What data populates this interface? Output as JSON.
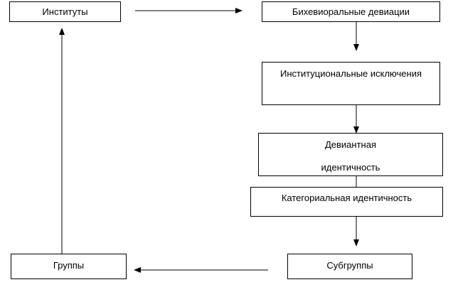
{
  "diagram": {
    "nodes": {
      "institutions": "Институты",
      "behavioral_deviations": "Бихевиоральные девиации",
      "institutional_exclusions": "Институциональные исключения",
      "deviant_identity_line1": "Девиантная",
      "deviant_identity_line2": "идентичность",
      "categorical_identity": "Категориальная идентичность",
      "subgroups": "Субгруппы",
      "groups": "Группы"
    },
    "edges": [
      {
        "from": "institutions",
        "to": "behavioral_deviations"
      },
      {
        "from": "behavioral_deviations",
        "to": "institutional_exclusions"
      },
      {
        "from": "institutional_exclusions",
        "to": "deviant_identity"
      },
      {
        "from": "deviant_identity",
        "to": "categorical_identity"
      },
      {
        "from": "categorical_identity",
        "to": "subgroups"
      },
      {
        "from": "subgroups",
        "to": "groups"
      },
      {
        "from": "groups",
        "to": "institutions"
      }
    ]
  }
}
